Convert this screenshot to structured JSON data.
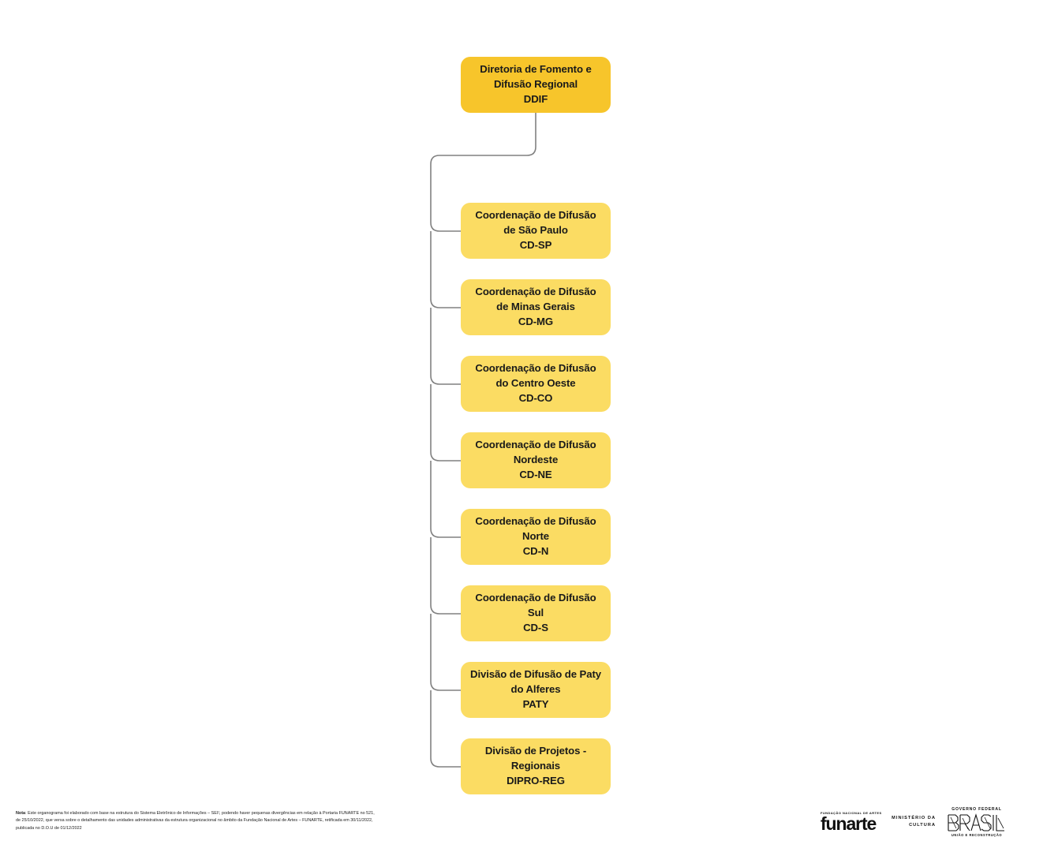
{
  "chart": {
    "type": "org-chart",
    "root": {
      "id": "ddif",
      "label": "Diretoria de Fomento e\nDifusão Regional\nDDIF",
      "title": "Diretoria de Fomento e Difusão Regional",
      "acronym": "DDIF",
      "color": "#F7C52B"
    },
    "children": [
      {
        "id": "cd-sp",
        "label": "Coordenação de Difusão\nde São Paulo\nCD-SP",
        "title": "Coordenação de Difusão de São Paulo",
        "acronym": "CD-SP",
        "color": "#FBDC63"
      },
      {
        "id": "cd-mg",
        "label": "Coordenação de Difusão\nde Minas Gerais\nCD-MG",
        "title": "Coordenação de Difusão de Minas Gerais",
        "acronym": "CD-MG",
        "color": "#FBDC63"
      },
      {
        "id": "cd-co",
        "label": "Coordenação de Difusão\ndo Centro Oeste\nCD-CO",
        "title": "Coordenação de Difusão do Centro Oeste",
        "acronym": "CD-CO",
        "color": "#FBDC63"
      },
      {
        "id": "cd-ne",
        "label": "Coordenação de Difusão\nNordeste\nCD-NE",
        "title": "Coordenação de Difusão Nordeste",
        "acronym": "CD-NE",
        "color": "#FBDC63"
      },
      {
        "id": "cd-n",
        "label": "Coordenação de Difusão\nNorte\nCD-N",
        "title": "Coordenação de Difusão Norte",
        "acronym": "CD-N",
        "color": "#FBDC63"
      },
      {
        "id": "cd-s",
        "label": "Coordenação de Difusão\nSul\nCD-S",
        "title": "Coordenação de Difusão Sul",
        "acronym": "CD-S",
        "color": "#FBDC63"
      },
      {
        "id": "paty",
        "label": "Divisão de Difusão de Paty\ndo Alferes\nPATY",
        "title": "Divisão de Difusão de Paty do Alferes",
        "acronym": "PATY",
        "color": "#FBDC63"
      },
      {
        "id": "dipro-reg",
        "label": "Divisão de Projetos -\nRegionais\nDIPRO-REG",
        "title": "Divisão de Projetos - Regionais",
        "acronym": "DIPRO-REG",
        "color": "#FBDC63"
      }
    ],
    "connector_color": "#808080"
  },
  "footer": {
    "note_label": "Nota",
    "note_text": ": Este organograma foi elaborado com base na estrutura do Sistema Eletrônico de Informações – SEI!, podendo haver pequenas divergências em relação à Portaria FUNARTE no 521, de 25/10/2022, que versa sobre o detalhamento das unidades administrativas da estrutura organizacional no âmbito da Fundação Nacional de Artes – FUNARTE, retificada em 30/11/2022, publicada no D.O.U de 01/12/2022"
  },
  "logos": {
    "funarte": {
      "tagline": "FUNDAÇÃO NACIONAL DE ARTES",
      "wordmark": "funarte"
    },
    "ministry": {
      "line1": "MINISTÉRIO DA",
      "line2": "CULTURA"
    },
    "government": {
      "top": "GOVERNO FEDERAL",
      "wordmark": "BRASIL",
      "bottom": "UNIÃO E RECONSTRUÇÃO"
    }
  }
}
